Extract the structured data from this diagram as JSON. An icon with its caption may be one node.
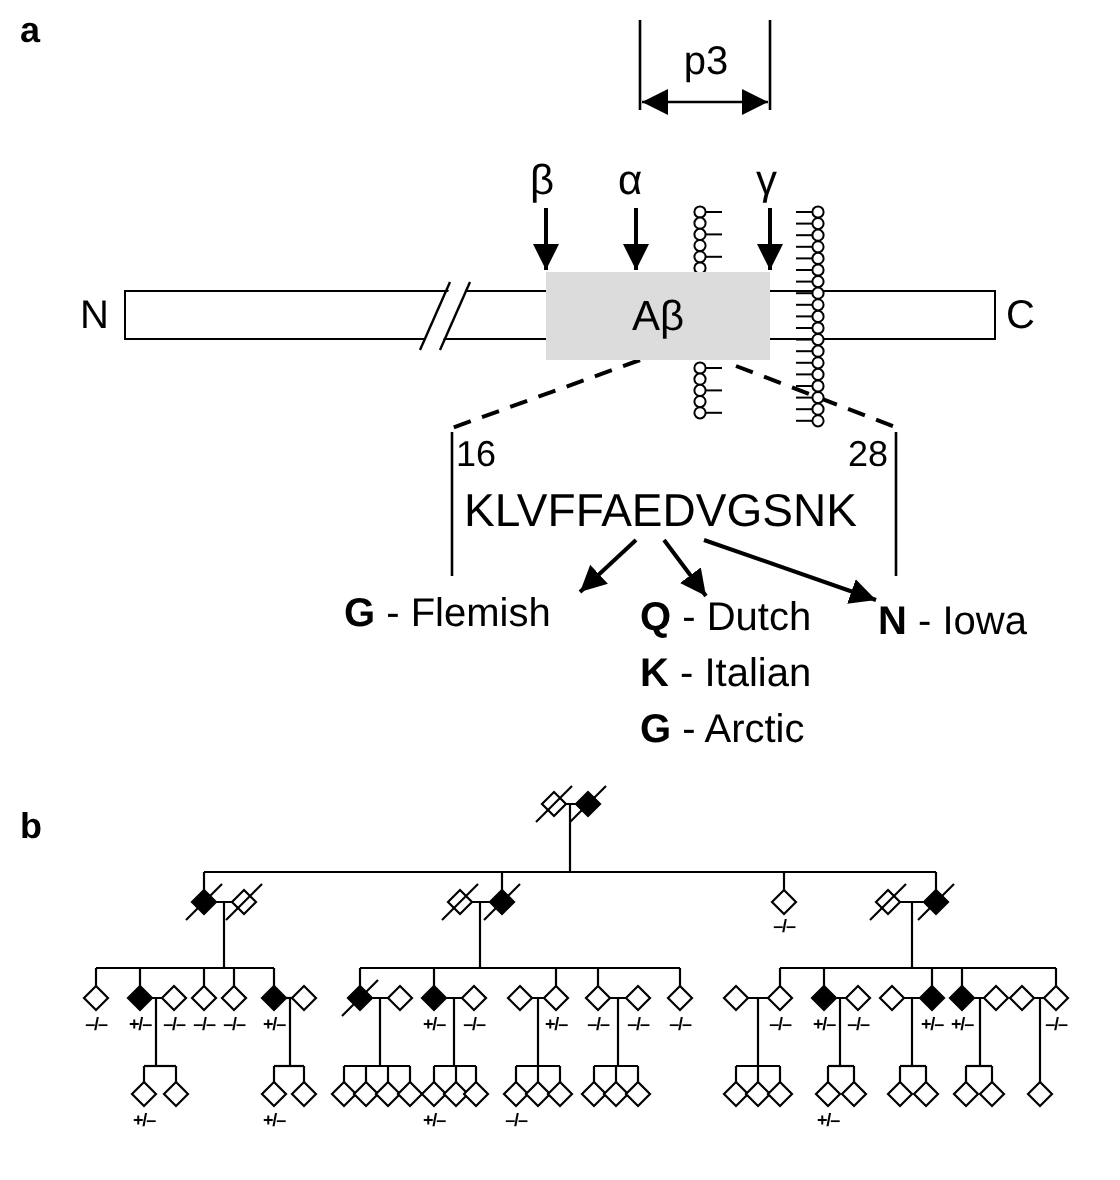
{
  "diagram": {
    "nodes": [
      {
        "text": [],
        "shape": "bar",
        "beside": [
          "N",
          "C"
        ]
      },
      {
        "text": [
          "Aβ"
        ]
      },
      {
        "text": [
          "β"
        ]
      },
      {
        "text": [
          "α"
        ]
      },
      {
        "text": [
          "γ"
        ]
      },
      {
        "text": [
          "KLVFFAEDVGSNK"
        ]
      },
      {
        "text": [
          "**G** - Flemish"
        ]
      },
      {
        "text": [
          "**Q** - Dutch",
          "**K** - Italian",
          "**G** - Arctic"
        ]
      },
      {
        "text": [
          "**N** - Iowa"
        ]
      }
    ],
    "edges": [
      {
        "from": 2,
        "to": 1,
        "arrow": "to"
      },
      {
        "from": 3,
        "to": 1,
        "arrow": "to"
      },
      {
        "from": 4,
        "to": 1,
        "arrow": "to"
      },
      {
        "from": 5,
        "to": 6,
        "arrow": "to"
      },
      {
        "from": 5,
        "to": 7,
        "arrow": "to"
      },
      {
        "from": 5,
        "to": 8,
        "arrow": "to"
      }
    ],
    "labels": [
      "a",
      "p3",
      "16",
      "28",
      "b",
      "–/–",
      "–/–",
      "+/–",
      "–/–",
      "–/–",
      "–/–",
      "+/–",
      "+/–",
      "–/–",
      "+/–",
      "–/–",
      "–/–",
      "–/–",
      "–/–",
      "+/–",
      "–/–",
      "+/–",
      "+/–",
      "–/–",
      "+/–",
      "+/–",
      "+/–",
      "–/–",
      "+/–"
    ]
  }
}
